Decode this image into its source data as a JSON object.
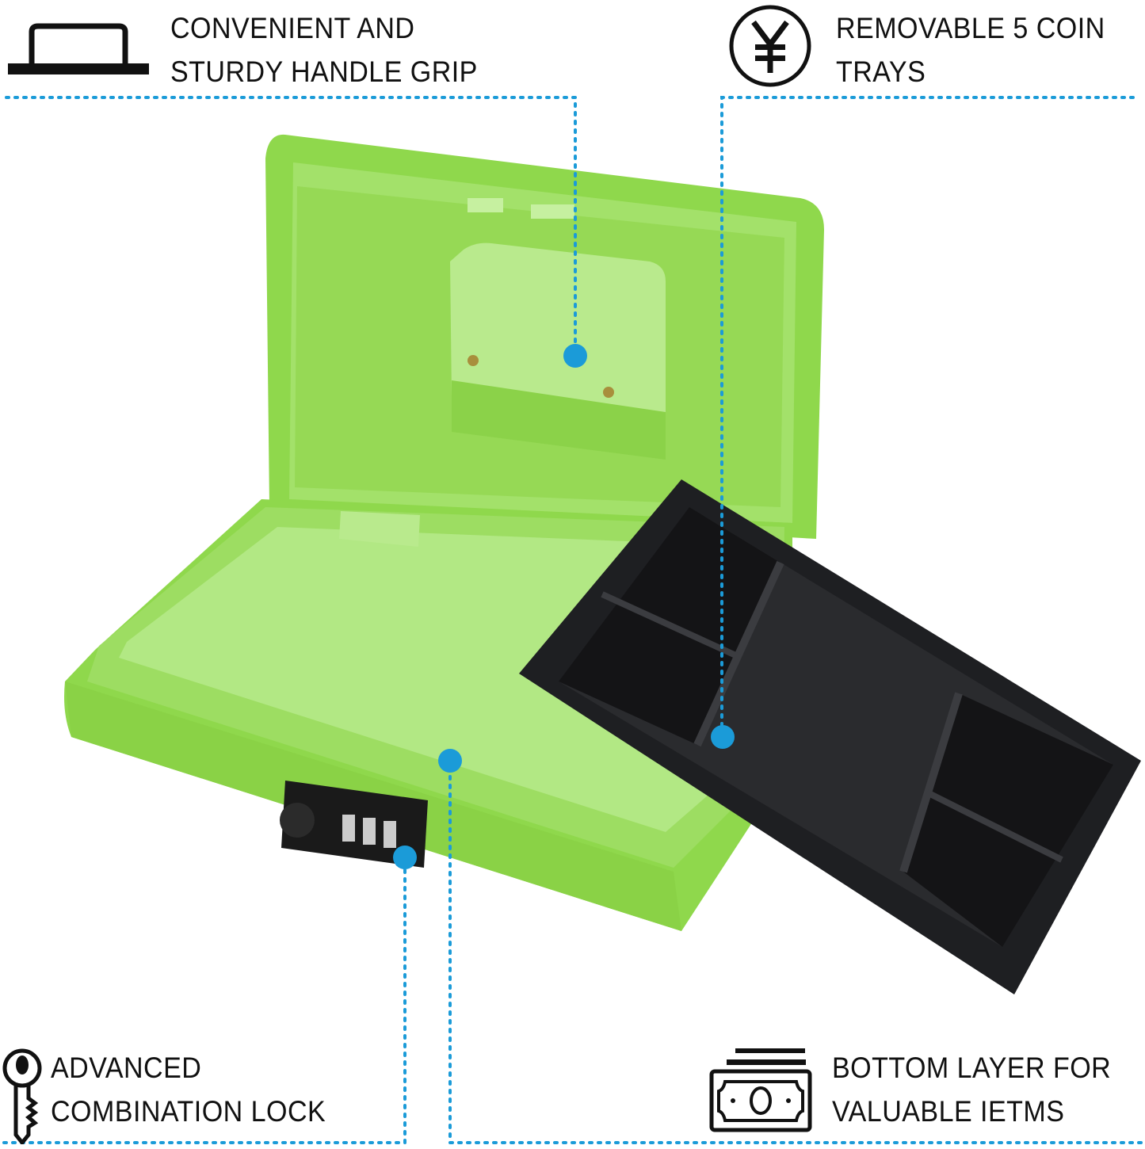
{
  "features": {
    "handle": {
      "line1": "CONVENIENT AND",
      "line2": "STURDY HANDLE GRIP",
      "icon": "handle-icon"
    },
    "trays": {
      "line1": "REMOVABLE 5 COIN",
      "line2": "TRAYS",
      "icon": "yen-coin-icon"
    },
    "lock": {
      "line1": "ADVANCED",
      "line2": "COMBINATION LOCK",
      "icon": "key-icon"
    },
    "bottom": {
      "line1": "BOTTOM LAYER FOR",
      "line2": "VALUABLE IETMS",
      "icon": "banknote-stack-icon"
    }
  },
  "colors": {
    "accent": "#1b9bd8",
    "box": "#8fd84c",
    "tray": "#1e1f22"
  }
}
